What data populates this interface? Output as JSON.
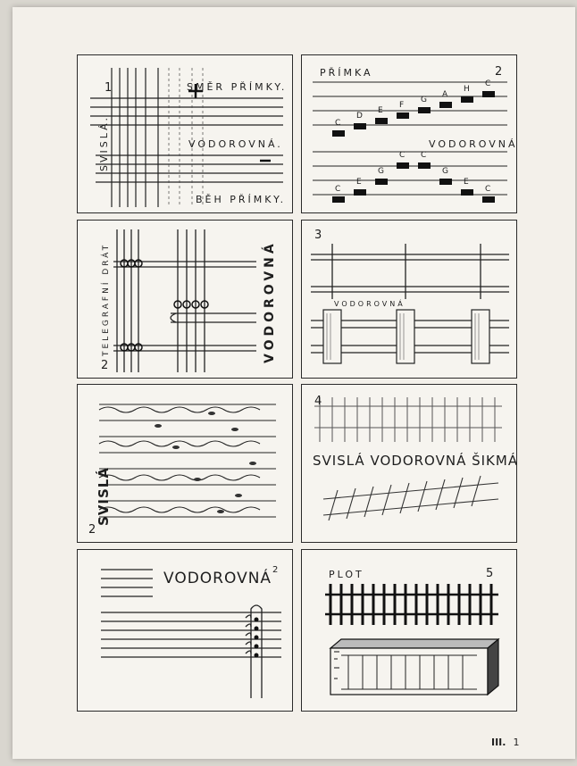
{
  "panels": [
    {
      "num": "1",
      "labels": {
        "smer": "SMĚR PŘÍMKY.",
        "vodorovna": "VODOROVNÁ.",
        "beh": "BĚH PŘÍMKY.",
        "svisla": "SVISLÁ."
      }
    },
    {
      "num": "2",
      "labels": {
        "primka": "PŘÍMKA",
        "vodorovna": "VODOROVNÁ"
      },
      "notes_top": [
        "C",
        "D",
        "E",
        "F",
        "G",
        "A",
        "H",
        "C"
      ],
      "notes_bottom": [
        "C",
        "E",
        "G",
        "C",
        "C",
        "G",
        "E",
        "C"
      ]
    },
    {
      "num": "2",
      "labels": {
        "telegrafni": "TELEGRAFNÍ DRÁT",
        "vodorovna": "VODOROVNÁ"
      }
    },
    {
      "num": "3",
      "labels": {
        "vodorovna": "VODOROVNÁ"
      }
    },
    {
      "num": "2",
      "labels": {
        "svisla": "SVISLÁ"
      }
    },
    {
      "num": "4",
      "labels": {
        "caption": "SVISLÁ VODOROVNÁ ŠIKMÁ"
      }
    },
    {
      "num": "2",
      "labels": {
        "vodorovna": "VODOROVNÁ"
      }
    },
    {
      "num": "5",
      "labels": {
        "plot": "PLOT"
      }
    }
  ],
  "plate": {
    "roman": "III.",
    "number": "1"
  }
}
